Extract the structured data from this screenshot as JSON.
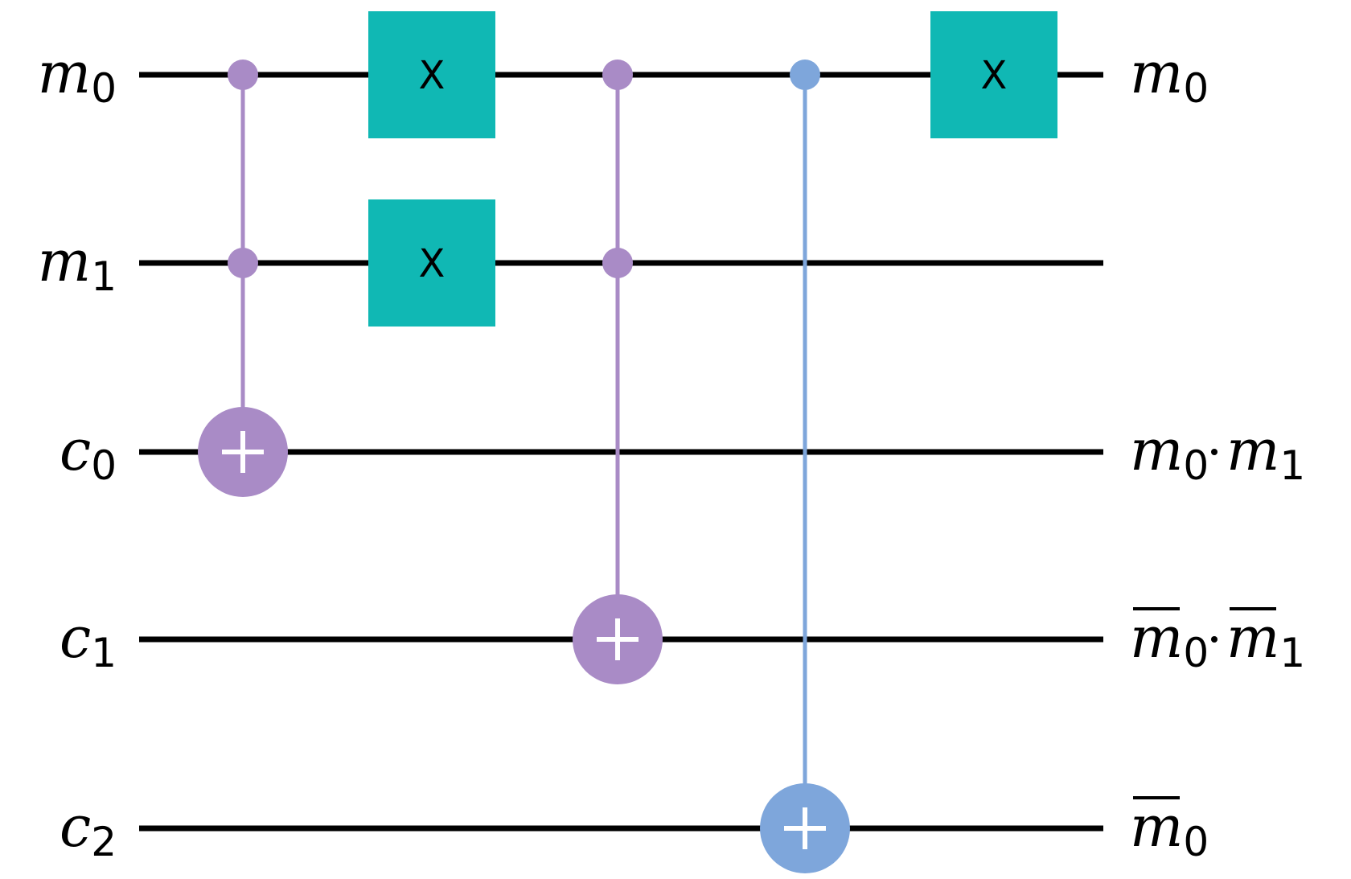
{
  "wires": [
    {
      "id": "m0",
      "label": "m",
      "sub": "0"
    },
    {
      "id": "m1",
      "label": "m",
      "sub": "1"
    },
    {
      "id": "c0",
      "label": "c",
      "sub": "0"
    },
    {
      "id": "c1",
      "label": "c",
      "sub": "1"
    },
    {
      "id": "c2",
      "label": "c",
      "sub": "2"
    }
  ],
  "gates": [
    {
      "type": "ccx",
      "controls": [
        "m0",
        "m1"
      ],
      "target": "c0",
      "color": "#a98bc6"
    },
    {
      "type": "x",
      "wire": "m0",
      "label": "X",
      "color": "#10b8b4"
    },
    {
      "type": "x",
      "wire": "m1",
      "label": "X",
      "color": "#10b8b4"
    },
    {
      "type": "ccx",
      "controls": [
        "m0",
        "m1"
      ],
      "target": "c1",
      "color": "#a98bc6"
    },
    {
      "type": "cx",
      "controls": [
        "m0"
      ],
      "target": "c2",
      "color": "#7ea6db"
    },
    {
      "type": "x",
      "wire": "m0",
      "label": "X",
      "color": "#10b8b4"
    }
  ],
  "outputs": {
    "m0": {
      "text": "m0",
      "parts": [
        {
          "t": "m",
          "s": "0",
          "bar": false
        }
      ]
    },
    "c0": {
      "text": "m0·m1",
      "parts": [
        {
          "t": "m",
          "s": "0",
          "bar": false
        },
        {
          "t": "m",
          "s": "1",
          "bar": false
        }
      ]
    },
    "c1": {
      "text": "m̄0·m̄1",
      "parts": [
        {
          "t": "m",
          "s": "0",
          "bar": true
        },
        {
          "t": "m",
          "s": "1",
          "bar": true
        }
      ]
    },
    "c2": {
      "text": "m̄0",
      "parts": [
        {
          "t": "m",
          "s": "0",
          "bar": true
        }
      ]
    }
  },
  "colors": {
    "wire": "#000000",
    "x_gate": "#10b8b4",
    "ccx": "#a98bc6",
    "cx": "#7ea6db"
  }
}
